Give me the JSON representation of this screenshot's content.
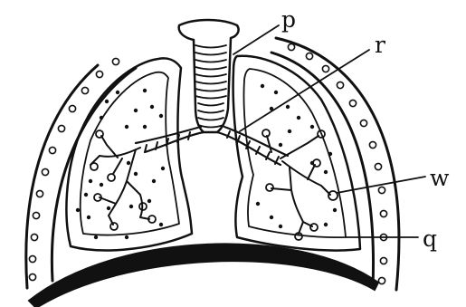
{
  "diagram": {
    "labels": {
      "p": "p",
      "r": "r",
      "w": "w",
      "q": "q"
    },
    "ink_color": "#111111",
    "background_color": "#ffffff"
  }
}
